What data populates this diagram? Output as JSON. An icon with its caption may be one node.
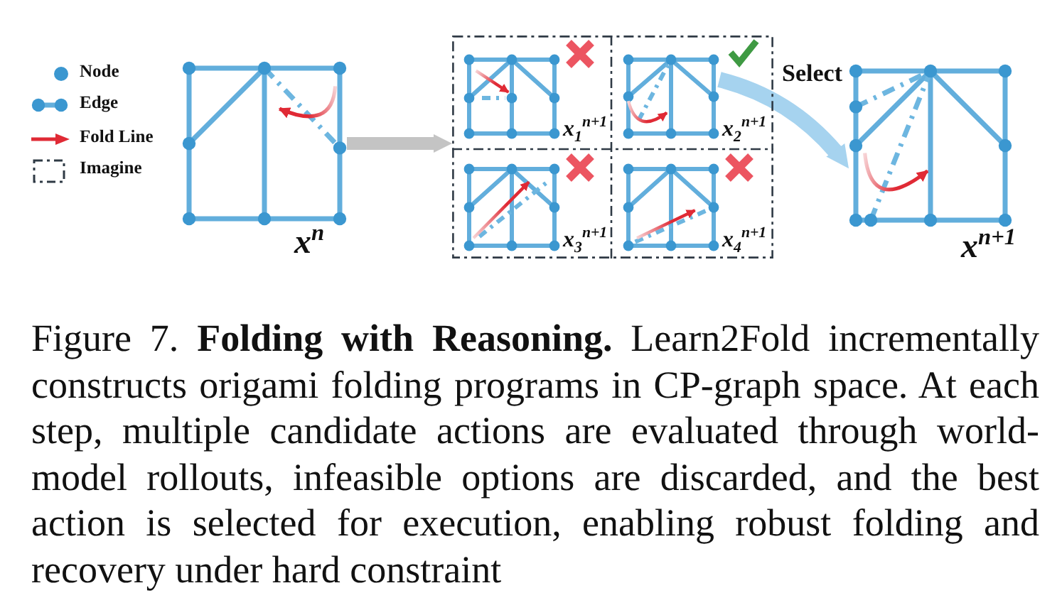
{
  "diagram": {
    "caption": "Figure 7. **Folding with Reasoning.** Learn2Fold incrementally constructs origami folding programs in CP-graph space. At each step, multiple candidate actions are evaluated through world-model rollouts, infeasible options are discarded, and the best action is selected for execution, enabling robust folding and recovery under hard constraint",
    "nodes": [
      {
        "text": [],
        "shape": "picture",
        "beside": [
          "x$^{n}$"
        ]
      },
      {
        "text": [],
        "shape": "box"
      },
      {
        "text": [],
        "shape": "picture",
        "in": 1,
        "beside": [
          "x$_{1}$$^{n+1}$"
        ]
      },
      {
        "text": [],
        "shape": "picture",
        "in": 1,
        "beside": [
          "x$_{2}$$^{n+1}$"
        ]
      },
      {
        "text": [],
        "shape": "picture",
        "in": 1,
        "beside": [
          "x$_{3}$$^{n+1}$"
        ]
      },
      {
        "text": [],
        "shape": "picture",
        "in": 1,
        "beside": [
          "x$_{4}$$^{n+1}$"
        ]
      },
      {
        "text": [],
        "shape": "picture",
        "beside": [
          "x$^{n+1}$"
        ]
      }
    ],
    "edges": [
      {
        "from": 0,
        "to": 1,
        "arrow": "to",
        "color": "#c4c4c4"
      },
      {
        "from": 3,
        "to": 6,
        "arrow": "to",
        "label": "Select",
        "color": "#a6d3ef"
      }
    ],
    "legend": [
      {
        "text": "Node"
      },
      {
        "text": "Edge"
      },
      {
        "text": "Fold Line"
      },
      {
        "text": "Imagine"
      }
    ]
  }
}
